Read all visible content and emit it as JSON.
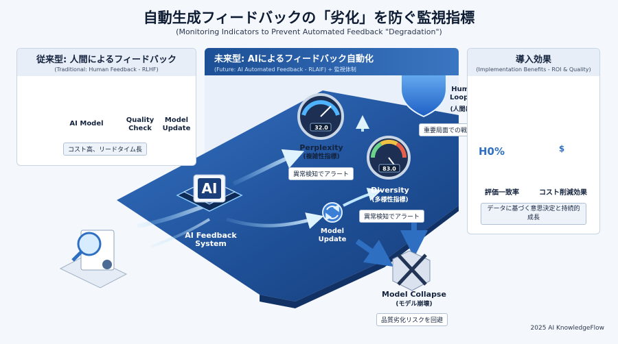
{
  "header": {
    "title": "自動生成フィードバックの「劣化」を防ぐ監視指標",
    "subtitle": "(Monitoring Indicators to Prevent Automated Feedback \"Degradation\")"
  },
  "left_panel": {
    "title": "従来型: 人間によるフィードバック",
    "subtitle": "(Traditional: Human Feedback - RLHF)",
    "nodes": {
      "ai_model": "AI Model",
      "quality_check": "Quality Check",
      "model_update": "Model Update"
    },
    "tag": "コスト高、リードタイム長"
  },
  "center_panel": {
    "title": "未来型: AIによるフィードバック自動化",
    "subtitle": "(Future: AI Automated Feedback - RLAIF) + 監視体制",
    "core": {
      "chip": "AI",
      "label": "AI Feedback System"
    },
    "perplexity": {
      "label": "Perplexity",
      "sub": "(複雑性指標)",
      "gauge_value": "32.0",
      "alert": "異常検知でアラート"
    },
    "diversity": {
      "label": "Diversity",
      "sub": "(多様性指標)",
      "gauge_value": "83.0",
      "alert": "異常検知でアラート"
    },
    "update": "Model Update",
    "oversight": {
      "label": "Human-in-the-Loop Oversight",
      "sub": "(人間による監視・介入)",
      "tag": "重要局面での戦略的介入"
    },
    "collapse": {
      "label": "Model Collapse",
      "sub": "(モデル崩壊)",
      "tag": "品質劣化リスクを回避"
    }
  },
  "right_panel": {
    "title": "導入効果",
    "subtitle": "(Implementation Benefits - ROI & Quality)",
    "metric_value": "H0%",
    "metric_label": "評価一致率",
    "cost_symbol": "$",
    "cost_label": "コスト削減効果",
    "note": "データに基づく意思決定と持続的成長"
  },
  "footer": {
    "credit": "2025 AI KnowledgeFlow"
  },
  "colors": {
    "primary": "#1c4f95",
    "accent": "#2f7ad9",
    "platform": "#1f4e93",
    "danger": "#2a3a5c"
  }
}
